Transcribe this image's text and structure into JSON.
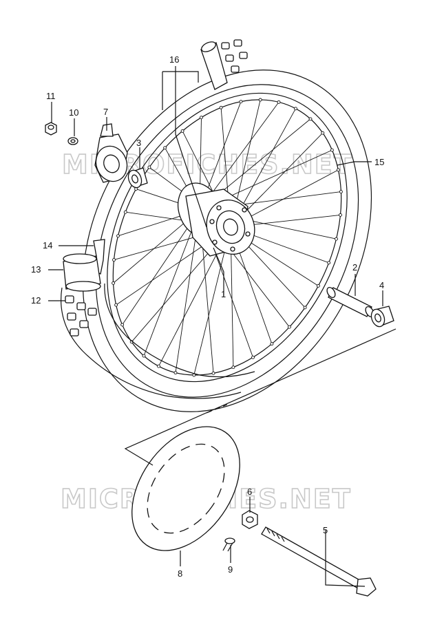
{
  "watermarks": [
    "MICROFICHES.NET",
    "MICROFICHES.NET"
  ],
  "callouts": [
    {
      "id": "c1",
      "text": "1"
    },
    {
      "id": "c2",
      "text": "2"
    },
    {
      "id": "c3",
      "text": "3"
    },
    {
      "id": "c4",
      "text": "4"
    },
    {
      "id": "c5",
      "text": "5"
    },
    {
      "id": "c6",
      "text": "6"
    },
    {
      "id": "c7",
      "text": "7"
    },
    {
      "id": "c8",
      "text": "8"
    },
    {
      "id": "c9",
      "text": "9"
    },
    {
      "id": "c10",
      "text": "10"
    },
    {
      "id": "c11",
      "text": "11"
    },
    {
      "id": "c12",
      "text": "12"
    },
    {
      "id": "c13",
      "text": "13"
    },
    {
      "id": "c14",
      "text": "14"
    },
    {
      "id": "c15",
      "text": "15"
    },
    {
      "id": "c16",
      "text": "16"
    }
  ],
  "colors": {
    "line": "#111111",
    "watermark": "#c8c8c8",
    "background": "#ffffff"
  }
}
